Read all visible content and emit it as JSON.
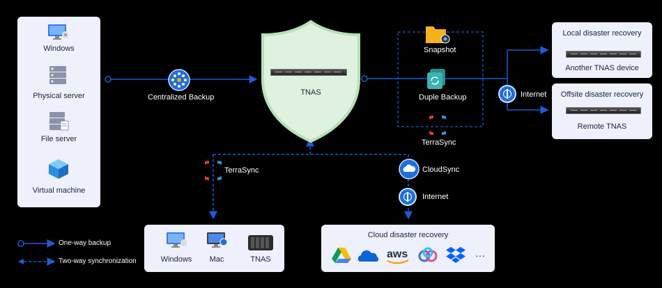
{
  "sources": {
    "windows": "Windows",
    "physical_server": "Physical server",
    "file_server": "File server",
    "virtual_machine": "Virtual machine"
  },
  "centralized_backup": "Centralized Backup",
  "tnas": "TNAS",
  "snapshot": "Snapshot",
  "duple_backup": "Duple Backup",
  "terrasync_right": "TerraSync",
  "internet_right": "Internet",
  "local_dr": {
    "title": "Local disaster recovery",
    "device": "Another TNAS device"
  },
  "offsite_dr": {
    "title": "Offsite disaster recovery",
    "device": "Remote TNAS"
  },
  "terrasync_left": "TerraSync",
  "cloudsync": "CloudSync",
  "internet_bottom": "Internet",
  "bottom_targets": {
    "windows": "Windows",
    "mac": "Mac",
    "tnas": "TNAS"
  },
  "cloud_dr": {
    "title": "Cloud disaster recovery",
    "more": "···"
  },
  "legend": {
    "one_way": "One-way backup",
    "two_way": "Two-way synchronization"
  },
  "colors": {
    "arrow": "#1e5bd6",
    "panel": "#eef0fb",
    "shield": "#dff2df",
    "icon_blue": "#1f6fd8"
  }
}
